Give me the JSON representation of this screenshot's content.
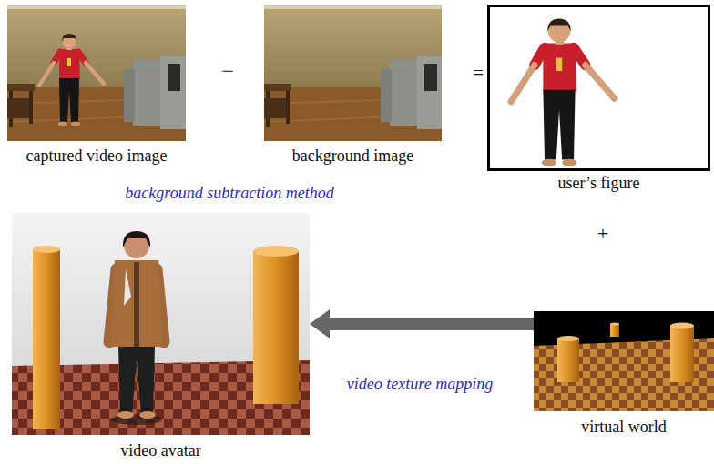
{
  "diagram": {
    "nodes": [
      {
        "text": [
          "captured video image"
        ]
      },
      {
        "text": [
          "background image"
        ]
      },
      {
        "text": [
          "user’s figure"
        ]
      },
      {
        "text": [
          "video avatar"
        ]
      },
      {
        "text": [
          "virtual world"
        ]
      }
    ],
    "edges": [
      {
        "from": 4,
        "to": 3,
        "arrow": "to"
      }
    ],
    "labels": [
      "−",
      "=",
      "background subtraction method",
      "+",
      "video texture mapping"
    ]
  }
}
